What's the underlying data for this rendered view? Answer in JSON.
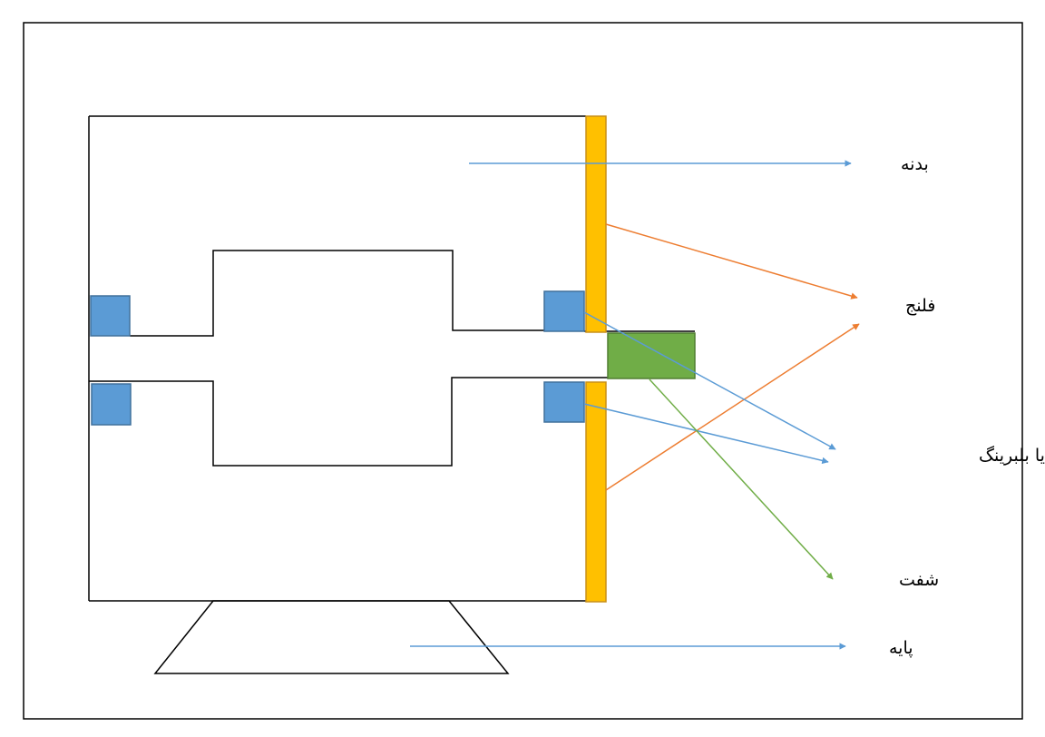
{
  "labels": {
    "body": "بدنه",
    "flange": "فلنج",
    "bushing": "بوش یا بلبرینگ",
    "shaft": "شفت",
    "base": "پایه"
  },
  "colors": {
    "outline": "#000000",
    "flange_fill": "#FFC000",
    "flange_stroke": "#C9901A",
    "bearing_fill": "#5B9BD5",
    "bearing_stroke": "#41719C",
    "shaft_fill": "#70AD47",
    "shaft_stroke": "#507E32",
    "arrow_blue": "#5B9BD5",
    "arrow_orange": "#ED7D31",
    "arrow_green": "#70AD47"
  }
}
